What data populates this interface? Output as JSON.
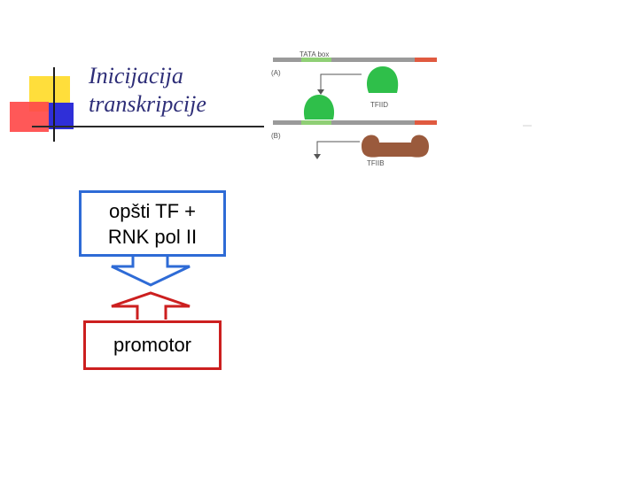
{
  "slide": {
    "title_lines": [
      "Inicijacija",
      "transkripcije"
    ],
    "box_top_lines": [
      "opšti TF +",
      "RNK pol II"
    ],
    "box_bottom": "promotor"
  },
  "figure": {
    "tata_label": "TATA box",
    "panel_a": "(A)",
    "panel_b": "(B)",
    "tfiid": "TFIID",
    "tfiib": "TFIIB"
  },
  "colors": {
    "title": "#2e2e78",
    "box_top_border": "#2e6bd6",
    "box_bottom_border": "#cc1f1f",
    "tfiid_fill": "#2fbf4a",
    "tfiib_fill": "#9a5a3c"
  }
}
